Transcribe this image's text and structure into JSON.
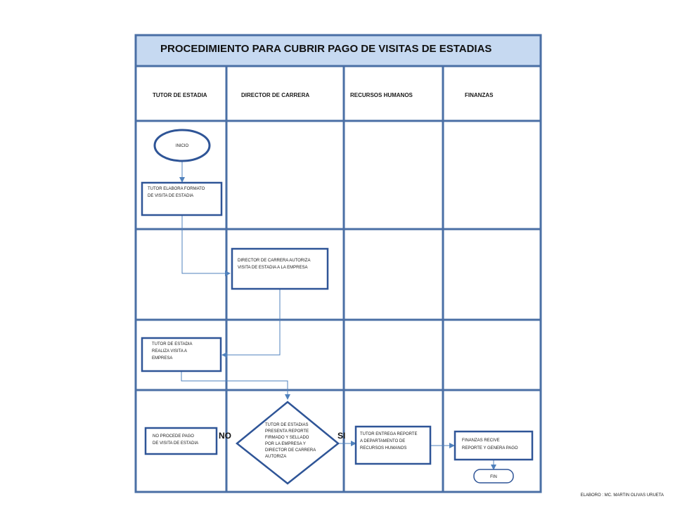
{
  "title": "PROCEDIMIENTO PARA CUBRIR PAGO DE VISITAS DE ESTADIAS",
  "lanes": [
    "TUTOR DE ESTADIA",
    "DIRECTOR DE  CARRERA",
    "RECURSOS  HUMANOS",
    "FINANZAS"
  ],
  "nodes": {
    "inicio": "INICIO",
    "elabora": [
      "TUTOR ELABORA  FORMATO",
      "DE VISITA DE ESTADIA"
    ],
    "autoriza": [
      "DIRECTOR DE CARRERA AUTORIZA",
      " VISITA  DE ESTADIA A LA EMPRESA"
    ],
    "realiza": [
      "TUTOR DE ESTADIA",
      "REALIZA VISITA  A",
      "EMPRESA"
    ],
    "decision": [
      "TUTOR DE ESTADIAS",
      "PRESENTA REPORTE",
      "FIRMADO Y SELLADO",
      "POR LA EMPRESA  Y",
      "DIRECTOR   DE CARRERA",
      "AUTORIZA"
    ],
    "no_procede": [
      "NO PROCEDE PAGO",
      "DE VISITA DE ESTADIA"
    ],
    "entrega": [
      "TUTOR ENTREGA REPORTE",
      " A DEPARTAMENTO  DE",
      "RECURSOS HUMANOS"
    ],
    "finanzas": [
      "FINANZAS RECIVE",
      "REPORTE Y  GENERA  PAGO"
    ],
    "fin": "FIN"
  },
  "labels": {
    "no": "NO",
    "si": "SI"
  },
  "footer": "ELABORO :  MC. MARTIN OLIVAS  URUETA",
  "colors": {
    "border": "#4a6fa5",
    "title_bg": "#c6d9f1",
    "box": "#2f5597",
    "arrow": "#4f81bd",
    "text": "#1a1a1a"
  }
}
